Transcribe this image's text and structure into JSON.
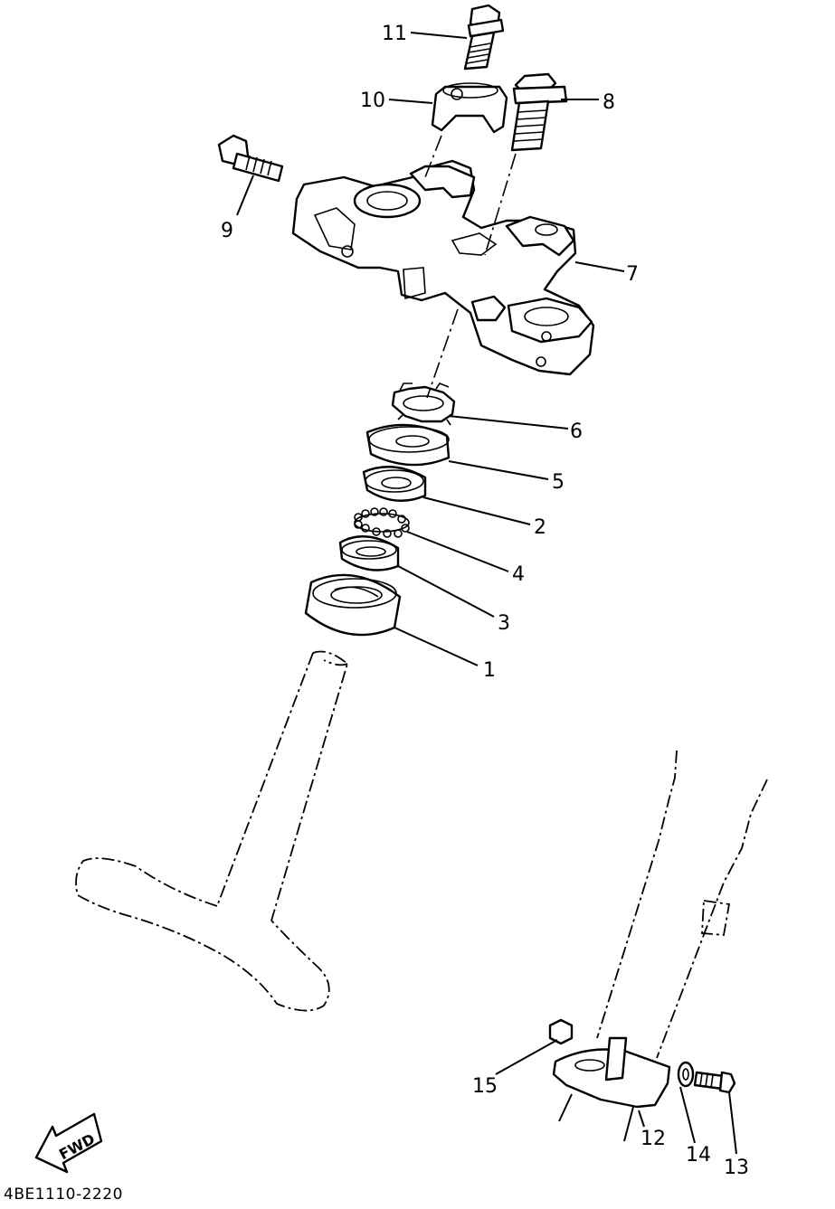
{
  "diagram_code": "4BE1110-2220",
  "fwd_label": "FWD",
  "callouts": {
    "c1": "1",
    "c2": "2",
    "c3": "3",
    "c4": "4",
    "c5": "5",
    "c6": "6",
    "c7": "7",
    "c8": "8",
    "c9": "9",
    "c10": "10",
    "c11": "11",
    "c12": "12",
    "c13": "13",
    "c14": "14",
    "c15": "15"
  }
}
